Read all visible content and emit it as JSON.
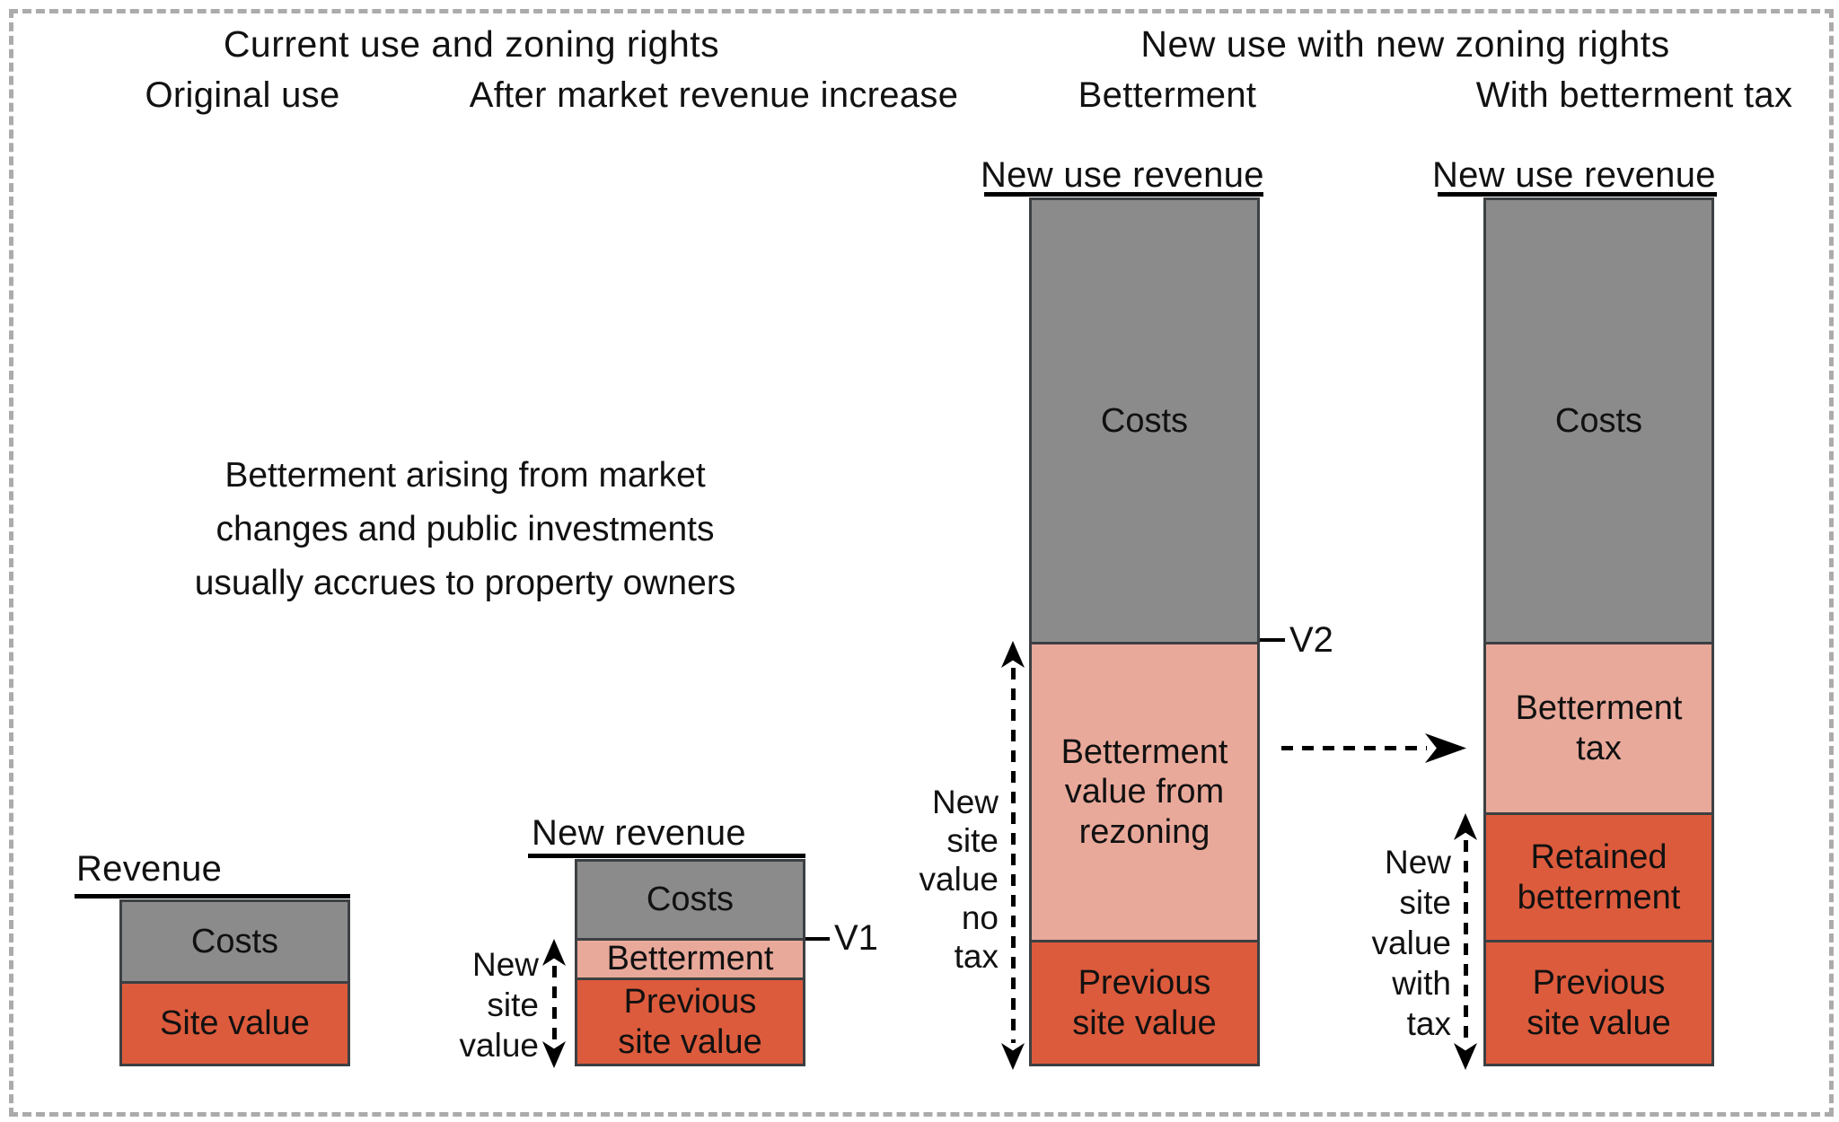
{
  "figure": {
    "group1": {
      "title": "Current use and zoning rights",
      "columns": [
        "Original use",
        "After market revenue increase"
      ]
    },
    "group2": {
      "title": "New use with new zoning rights",
      "columns": [
        "Betterment",
        "With betterment tax"
      ]
    },
    "note": "Betterment arising from market\nchanges and public investments\nusually accrues to property owners",
    "bars": {
      "original": {
        "revenue_label": "Revenue",
        "segments": [
          {
            "label": "Costs",
            "color": "#8b8b8b"
          },
          {
            "label": "Site value",
            "color": "#dc5b3c"
          }
        ]
      },
      "after_market": {
        "revenue_label": "New revenue",
        "marker": "V1",
        "axis_label": "New\nsite\nvalue",
        "segments": [
          {
            "label": "Costs",
            "color": "#8b8b8b"
          },
          {
            "label": "Betterment",
            "color": "#e9a99a"
          },
          {
            "label": "Previous\nsite value",
            "color": "#dc5b3c"
          }
        ]
      },
      "rezoning": {
        "revenue_label": "New use revenue",
        "marker": "V2",
        "axis_label": "New\nsite\nvalue\nno\ntax",
        "segments": [
          {
            "label": "Costs",
            "color": "#8b8b8b"
          },
          {
            "label": "Betterment\nvalue from\nrezoning",
            "color": "#e9a99a"
          },
          {
            "label": "Previous\nsite value",
            "color": "#dc5b3c"
          }
        ]
      },
      "with_tax": {
        "revenue_label": "New use revenue",
        "axis_label": "New\nsite\nvalue\nwith\ntax",
        "segments": [
          {
            "label": "Costs",
            "color": "#8b8b8b"
          },
          {
            "label": "Betterment\ntax",
            "color": "#e9a99a"
          },
          {
            "label": "Retained\nbetterment",
            "color": "#dc5b3c"
          },
          {
            "label": "Previous\nsite value",
            "color": "#dc5b3c"
          }
        ]
      }
    },
    "colors": {
      "costs_gray": "#8b8b8b",
      "betterment_pink": "#e9a99a",
      "site_value_red": "#dc5b3c",
      "segment_border": "#3c4043",
      "revenue_line": "#000000",
      "outer_dashed_border": "#ababab"
    }
  }
}
